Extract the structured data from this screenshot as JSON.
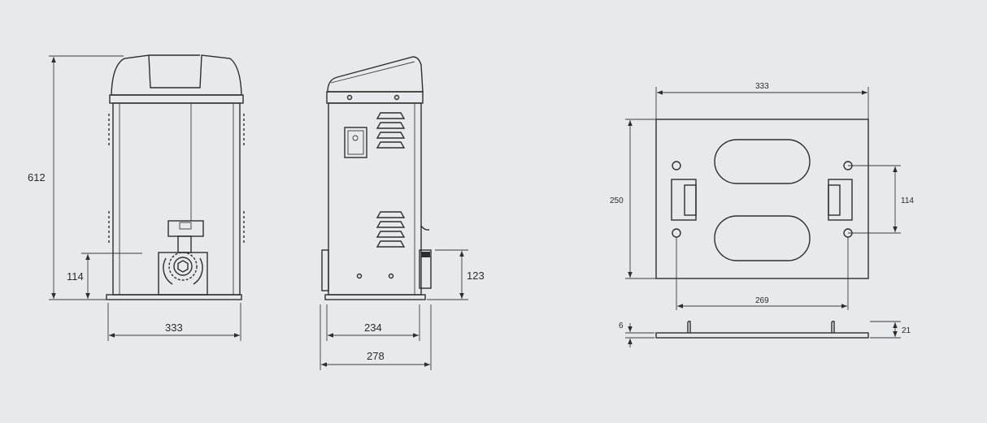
{
  "front_view": {
    "height_label": "612",
    "pinion_height_label": "114",
    "width_label": "333"
  },
  "side_view": {
    "body_depth_label": "234",
    "overall_depth_label": "278",
    "pinion_offset_label": "123"
  },
  "base_plate": {
    "width_label": "333",
    "depth_label": "250",
    "hole_spacing_y_label": "114",
    "hole_spacing_x_label": "269",
    "thickness_label": "6",
    "total_height_label": "21"
  },
  "colors": {
    "background": "#e6eaed",
    "line": "#2e2e2e"
  }
}
